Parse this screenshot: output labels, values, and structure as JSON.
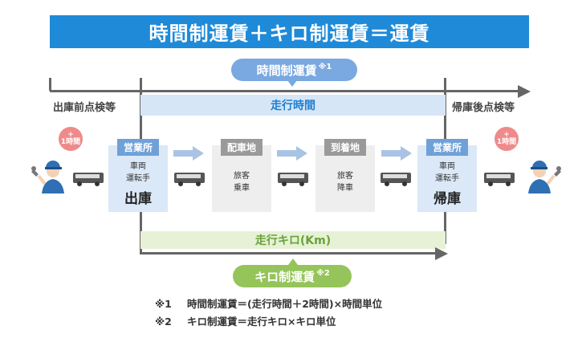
{
  "title": "時間制運賃＋キロ制運賃＝運賃",
  "time_fare_label": "時間制運賃",
  "time_fare_note_ref": "※1",
  "km_fare_label": "キロ制運賃",
  "km_fare_note_ref": "※2",
  "pre_inspection": "出庫前点検等",
  "post_inspection": "帰庫後点検等",
  "driving_time": "走行時間",
  "driving_km": "走行キロ(Km)",
  "plus_hour": {
    "plus": "+",
    "hour": "1時間"
  },
  "boxes": [
    {
      "tag": "営業所",
      "line1": "車両",
      "line2": "運転手",
      "big": "出庫"
    },
    {
      "tag": "配車地",
      "line1": "旅客",
      "line2": "乗車"
    },
    {
      "tag": "到着地",
      "line1": "旅客",
      "line2": "降車"
    },
    {
      "tag": "営業所",
      "line1": "車両",
      "line2": "運転手",
      "big": "帰庫"
    }
  ],
  "notes": [
    {
      "mark": "※1",
      "text": "時間制運賃＝(走行時間＋2時間)×時間単位"
    },
    {
      "mark": "※2",
      "text": "キロ制運賃＝走行キロ×キロ単位"
    }
  ],
  "colors": {
    "title_bg": "#1f8ad8",
    "time_pill": "#7aa8e0",
    "km_pill": "#95c45a",
    "band_blue": "#d7e6f7",
    "band_green": "#e6f1d6",
    "pink_circle": "#ef8a8a",
    "bus_blue": "#2f6fb3"
  },
  "icons": [
    "mechanic-icon",
    "bus-icon",
    "arrow-right-icon"
  ]
}
